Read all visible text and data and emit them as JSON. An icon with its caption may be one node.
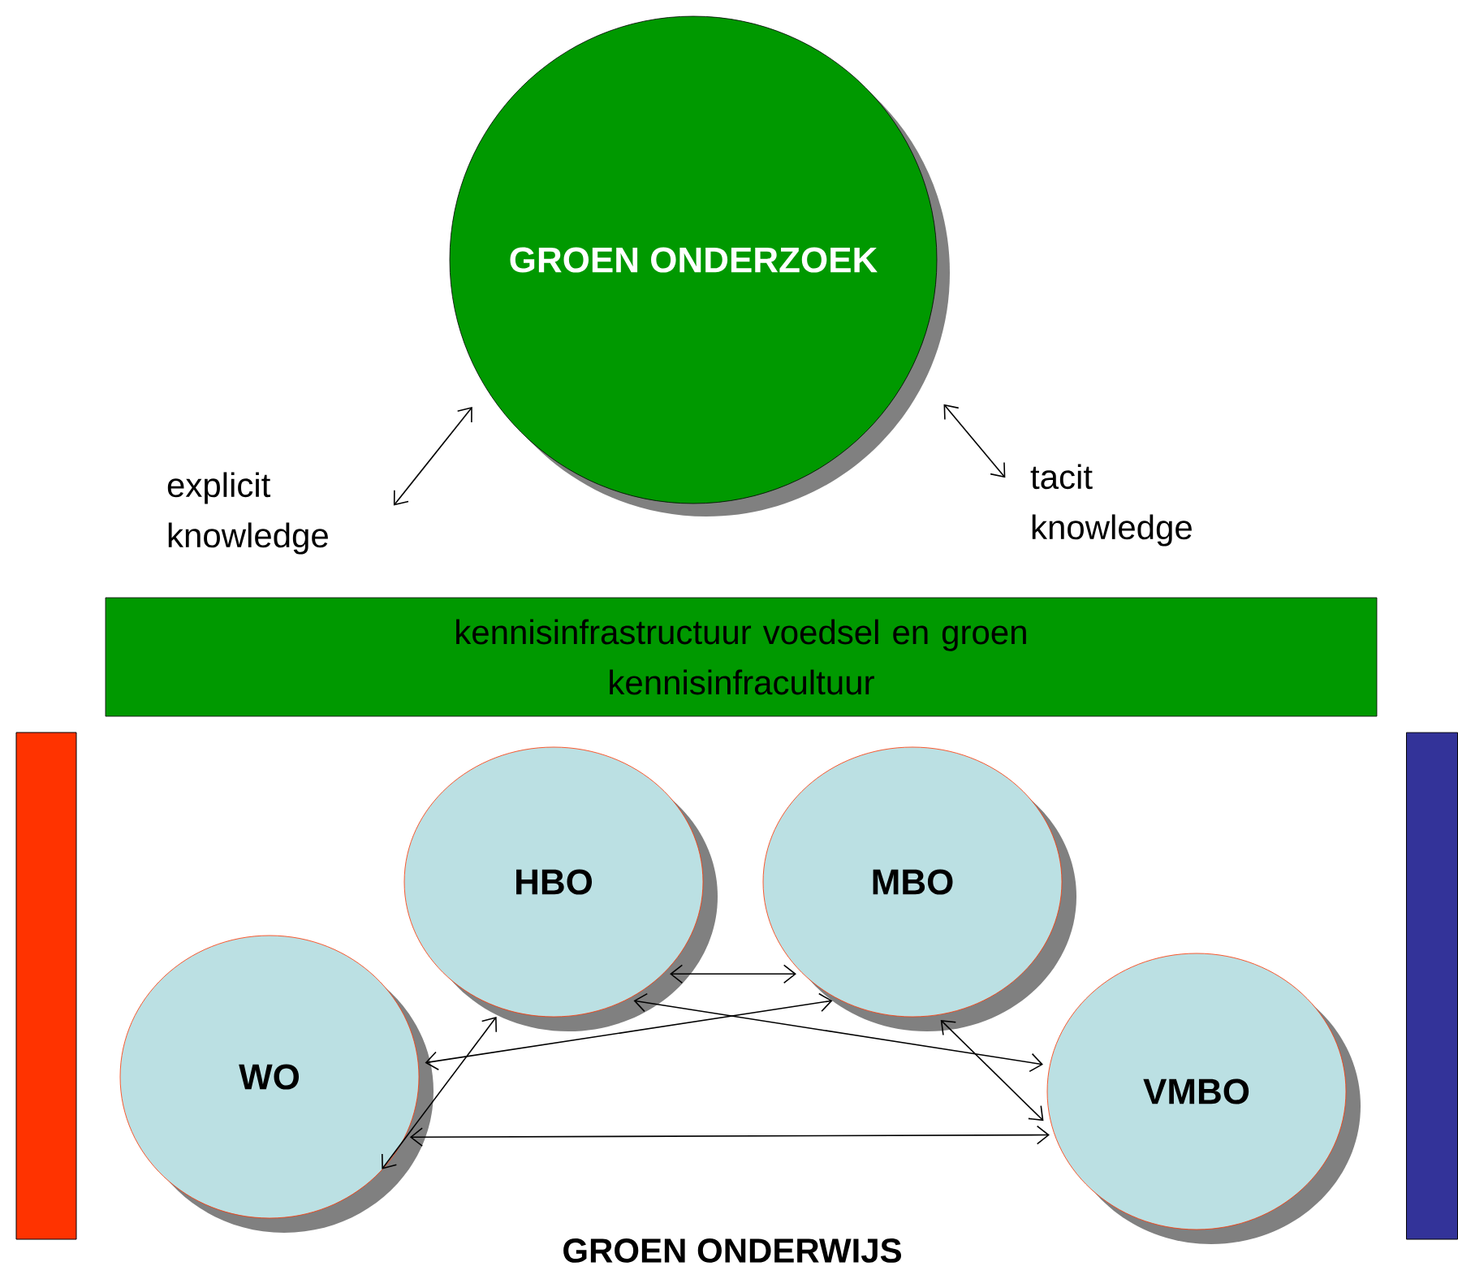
{
  "diagram": {
    "nodes": [
      {
        "text": [
          "GROEN ONDERZOEK"
        ]
      },
      {
        "text": [
          "explicit knowledge"
        ]
      },
      {
        "text": [
          "tacit knowledge"
        ]
      },
      {
        "text": [
          "kennisinfrastructuur voedsel en groen",
          "kennisinfracultuur"
        ]
      },
      {
        "text": [],
        "shape": "bar"
      },
      {
        "text": [],
        "shape": "bar"
      },
      {
        "text": [
          "HBO"
        ]
      },
      {
        "text": [
          "MBO"
        ]
      },
      {
        "text": [
          "WO"
        ]
      },
      {
        "text": [
          "VMBO"
        ]
      }
    ],
    "edges": [
      {
        "from": 1,
        "to": 0,
        "arrow": "both"
      },
      {
        "from": 2,
        "to": 0,
        "arrow": "both"
      },
      {
        "from": 6,
        "to": 7,
        "arrow": "both"
      },
      {
        "from": 6,
        "to": 9,
        "arrow": "both"
      },
      {
        "from": 7,
        "to": 8,
        "arrow": "both"
      },
      {
        "from": 8,
        "to": 6,
        "arrow": "both"
      },
      {
        "from": 8,
        "to": 9,
        "arrow": "both"
      },
      {
        "from": 7,
        "to": 9,
        "arrow": "both"
      }
    ],
    "labels": [
      "GROEN ONDERWIJS"
    ]
  }
}
